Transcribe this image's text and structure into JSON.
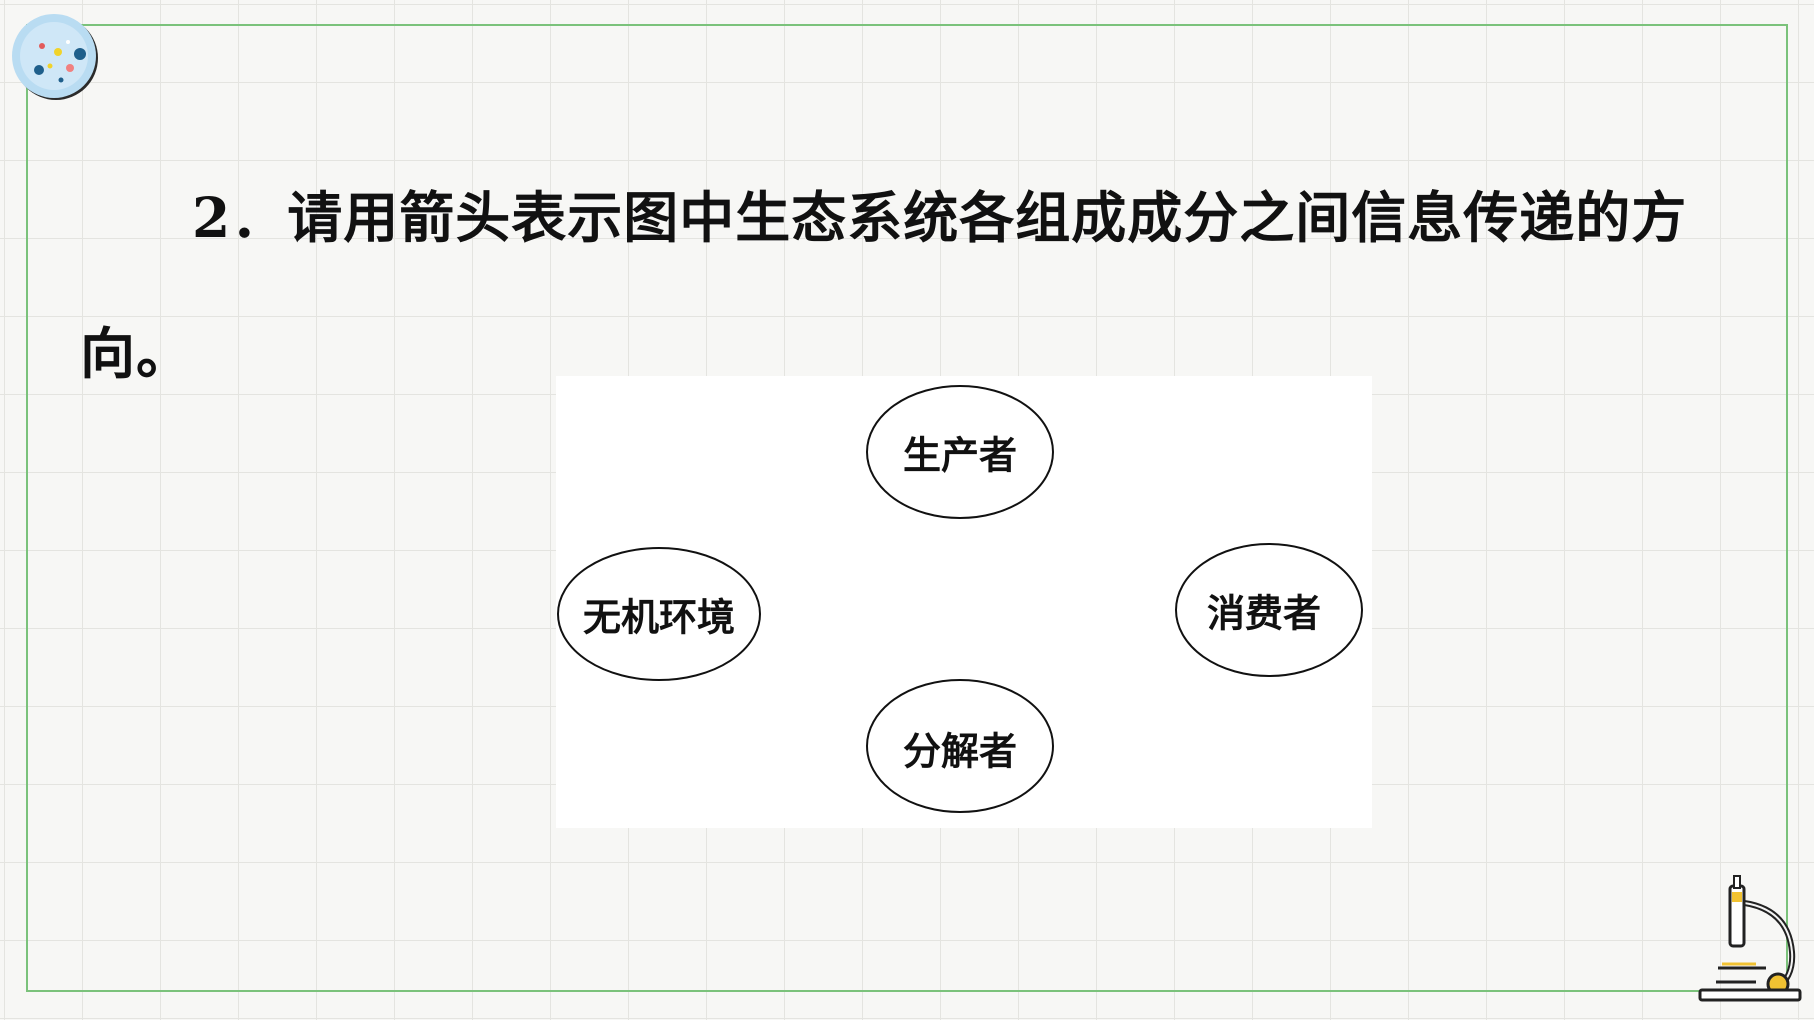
{
  "question": {
    "text": "2．请用箭头表示图中生态系统各组成成分之间信息传递的方向。"
  },
  "diagram": {
    "nodes": [
      {
        "id": "producer",
        "label": "生产者"
      },
      {
        "id": "abiotic",
        "label": "无机环境"
      },
      {
        "id": "consumer",
        "label": "消费者"
      },
      {
        "id": "decomposer",
        "label": "分解者"
      }
    ]
  },
  "colors": {
    "frame": "#7bc27b",
    "badge_bg": "#b9dcf2",
    "grid": "#e4e4e0"
  },
  "icons": {
    "top_left": "science-badge-icon",
    "bottom_right": "microscope-icon"
  }
}
